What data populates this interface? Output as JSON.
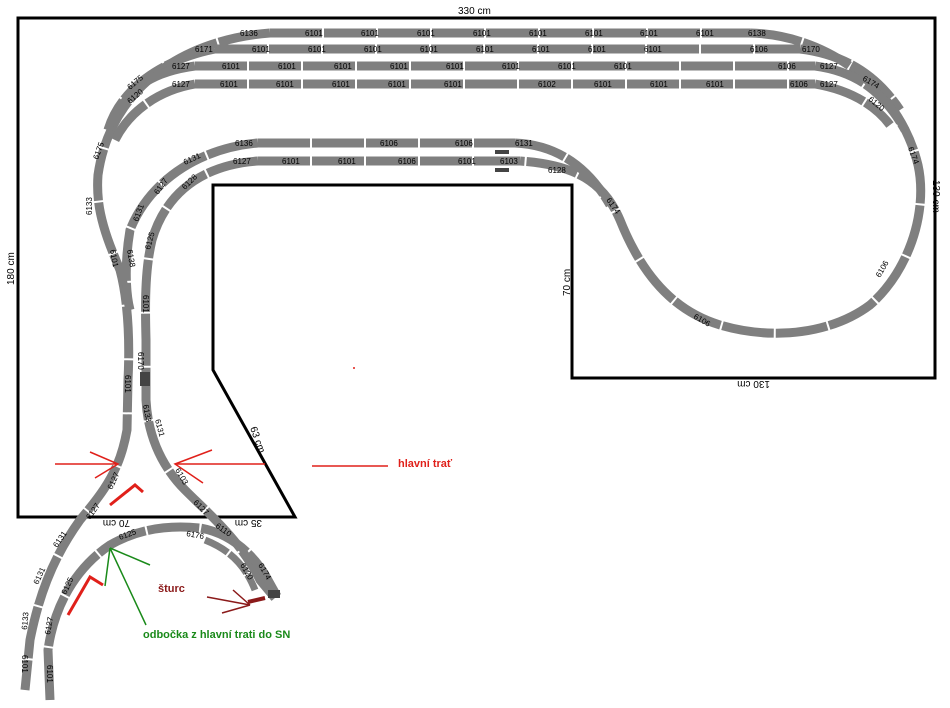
{
  "dimensions": {
    "top": "330 cm",
    "left": "180 cm",
    "right": "130 cm",
    "inner_vertical": "70 cm",
    "inner_bottom": "130 cm",
    "diagonal": "63 cm",
    "bottom_left": "70 cm",
    "bottom_right": "35 cm"
  },
  "annotations": {
    "main_line": "hlavní trať",
    "spur": "šturc",
    "branch": "odbočka z hlavní trati do SN"
  },
  "colors": {
    "track": "#7f7f7f",
    "main_line": "#e0201a",
    "branch": "#1a8a1a",
    "spur": "#8b1a1a"
  },
  "track_labels": {
    "row1": [
      "6136",
      "6101",
      "6101",
      "6101",
      "6101",
      "6101",
      "6101",
      "6101",
      "6101",
      "6138"
    ],
    "row2": [
      "6171",
      "6101",
      "6101",
      "6101",
      "6101",
      "6101",
      "6101",
      "6101",
      "6101",
      "6106",
      "6170"
    ],
    "row3": [
      "6127",
      "6101",
      "6101",
      "6101",
      "6101",
      "6101",
      "6101",
      "6101",
      "6101",
      "6106",
      "6127"
    ],
    "row4": [
      "6127",
      "6101",
      "6101",
      "6101",
      "6101",
      "6101",
      "6102",
      "6101",
      "6101",
      "6101",
      "6106",
      "6127"
    ],
    "inner1": [
      "6136",
      "6106",
      "6106",
      "6131"
    ],
    "inner2": [
      "6127",
      "6101",
      "6101",
      "6106",
      "6101",
      "6103",
      "6128"
    ],
    "right_loop": [
      "6174",
      "6120",
      "6174",
      "6106",
      "6106",
      "6174"
    ],
    "left_curve": [
      "6175",
      "6120",
      "6175",
      "6133",
      "6131",
      "6127",
      "6128",
      "6131",
      "6125",
      "6101",
      "6138",
      "6101",
      "6170",
      "6101",
      "6133"
    ],
    "lower": [
      "6127",
      "6127",
      "6131",
      "6131",
      "6133",
      "6101",
      "6127",
      "6125",
      "6101",
      "6125",
      "6176",
      "6110",
      "6120",
      "6174",
      "6131",
      "6103",
      "6127"
    ]
  }
}
